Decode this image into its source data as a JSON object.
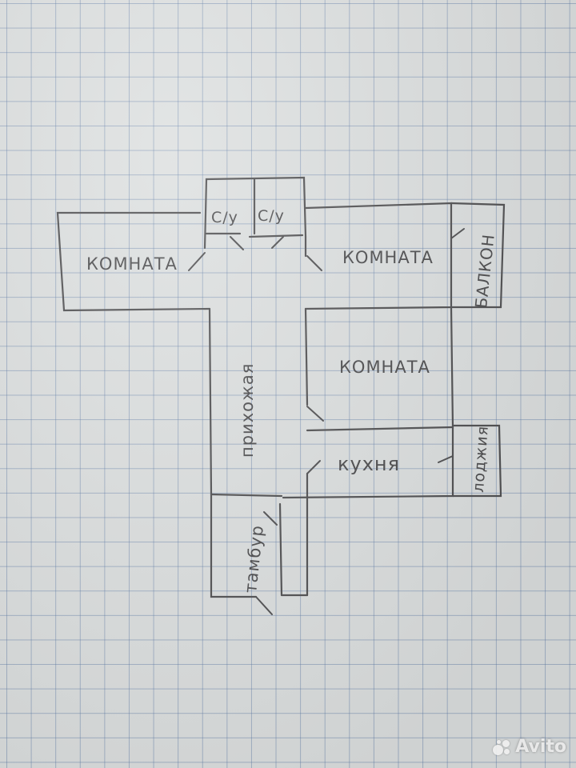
{
  "rooms": {
    "room_left": "КОМНАТА",
    "wc_1": "С/у",
    "wc_2": "С/у",
    "room_top_right": "КОМНАТА",
    "balcony": "БАЛКОН",
    "hallway": "прихожая",
    "room_middle_right": "КОМНАТА",
    "kitchen": "кухня",
    "loggia": "лоджия",
    "vestibule": "тамбур"
  },
  "watermark": {
    "text": "Avito"
  }
}
